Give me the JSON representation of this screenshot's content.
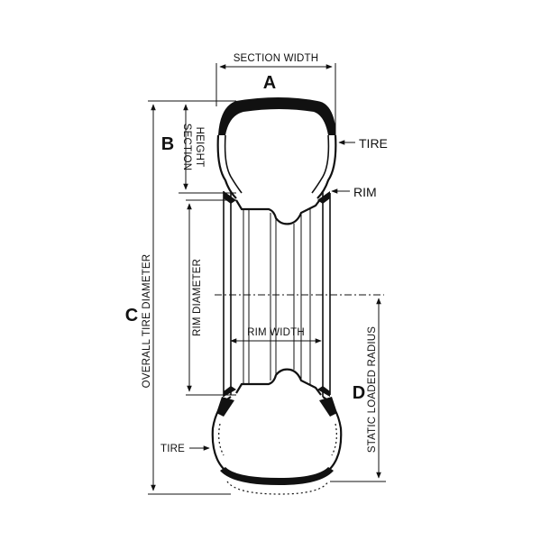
{
  "labels": {
    "section_width": "SECTION WIDTH",
    "a": "A",
    "b": "B",
    "section_height_1": "SECTION",
    "section_height_2": "HEIGHT",
    "tire_top": "TIRE",
    "rim": "RIM",
    "c": "C",
    "overall_tire_diameter": "OVERALL TIRE DIAMETER",
    "rim_diameter": "RIM DIAMETER",
    "rim_width": "RIM WIDTH",
    "d": "D",
    "static_loaded_radius": "STATIC LOADED RADIUS",
    "tire_bottom": "TIRE"
  }
}
